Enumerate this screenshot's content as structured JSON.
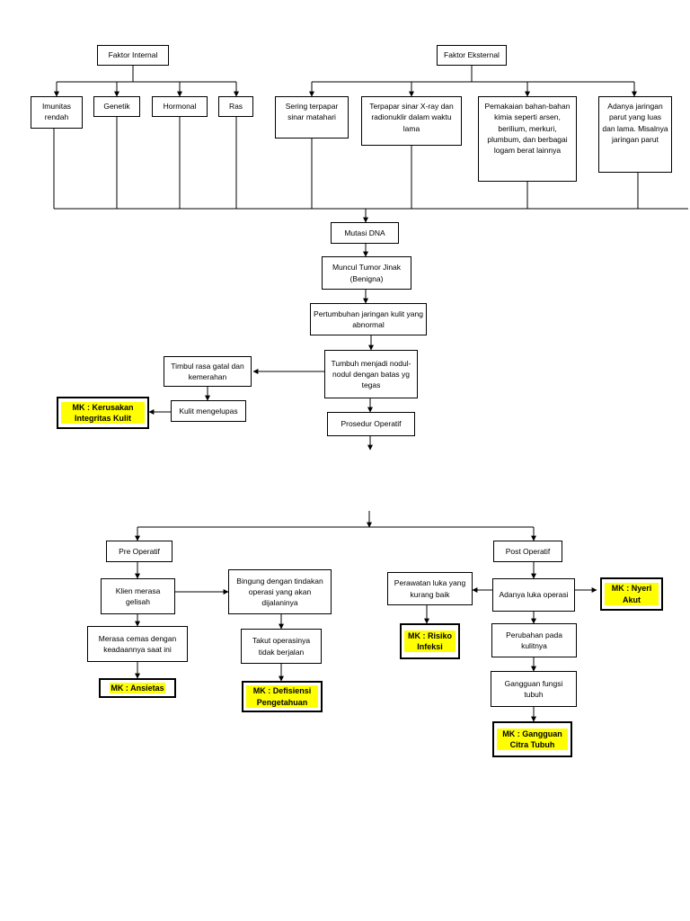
{
  "colors": {
    "highlight": "#ffff00",
    "line": "#000000",
    "background": "#ffffff"
  },
  "nodes": {
    "faktor_internal": "Faktor Internal",
    "faktor_eksternal": "Faktor Eksternal",
    "imunitas_rendah": "Imunitas rendah",
    "genetik": "Genetik",
    "hormonal": "Hormonal",
    "ras": "Ras",
    "sering_terpapar": "Sering terpapar sinar matahari",
    "terpapar_sinar_xray": "Terpapar sinar X-ray dan radionuklir dalam waktu lama",
    "pemakaian_bahan": "Pemakaian bahan-bahan kimia seperti arsen, berilium, merkuri, plumbum, dan berbagai logam berat lainnya",
    "jaringan_parut": "Adanya jaringan parut yang luas dan lama. Misalnya jaringan parut",
    "mutasi_dna": "Mutasi DNA",
    "tumor_jinak": "Muncul Tumor Jinak (Benigna)",
    "pertumbuhan_jaringan": "Pertumbuhan jaringan kulit yang abnormal",
    "tumbuh_nodul": "Tumbuh menjadi nodul-nodul dengan batas yg tegas",
    "timbul_gatal": "Timbul rasa gatal dan kemerahan",
    "kulit_mengelupas": "Kulit mengelupas",
    "mk_kerusakan": "MK : Kerusakan Integritas Kulit",
    "prosedur_operatif": "Prosedur Operatif",
    "pre_operatif": "Pre Operatif",
    "post_operatif": "Post Operatif",
    "klien_gelisah": "Klien merasa gelisah",
    "bingung": "Bingung dengan tindakan operasi yang akan dijalaninya",
    "merasa_cemas": "Merasa cemas dengan keadaannya saat ini",
    "takut_operasi": "Takut operasinya tidak berjalan",
    "mk_ansietas": "MK : Ansietas",
    "mk_defisiensi": "MK : Defisiensi Pengetahuan",
    "perawatan_luka": "Perawatan luka yang kurang baik",
    "adanya_luka": "Adanya luka operasi",
    "mk_nyeri": "MK : Nyeri Akut",
    "mk_risiko": "MK : Risiko Infeksi",
    "perubahan_kulit": "Perubahan pada kulitnya",
    "gangguan_fungsi": "Gangguan fungsi tubuh",
    "mk_citra": "MK : Gangguan Citra Tubuh"
  }
}
